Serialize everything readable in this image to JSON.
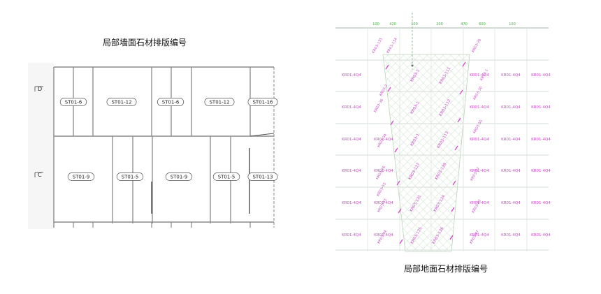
{
  "wall": {
    "title": "局部墙面石材排版编号",
    "row_labels": [
      "D",
      "C"
    ],
    "top_tags": [
      "ST01-6",
      "ST01-12",
      "ST01-6",
      "ST01-12",
      "ST01-16"
    ],
    "bottom_tags": [
      "ST01-9",
      "ST01-5",
      "ST01-9",
      "ST01-5",
      "ST01-13"
    ]
  },
  "floor": {
    "title": "局部地面石材排版编号",
    "grid_label": "KR01-4Q4",
    "star": "*",
    "center_labels": [
      "KR03-1",
      "KR03-111",
      "KR03-1",
      "KR03-112",
      "KR03-1",
      "KR03-113",
      "KR03-127",
      "KR03-128",
      "KR03-131",
      "KR03-124",
      "KR03-125",
      "KR03-136"
    ],
    "diag_labels": [
      "KR03-135",
      "KR03-134",
      "KR03-2",
      "KR03-36",
      "KR03-34",
      "KR03-26",
      "KR03-55",
      "KR03-43",
      "KR03-44",
      "KR03-26",
      "KR03-1",
      "KR03-30",
      "KR03-50",
      "KR03-37",
      "KR03-42",
      "KR03-47"
    ],
    "top_labels": [
      "100",
      "420",
      "100",
      "200",
      "470",
      "600",
      "100"
    ]
  }
}
